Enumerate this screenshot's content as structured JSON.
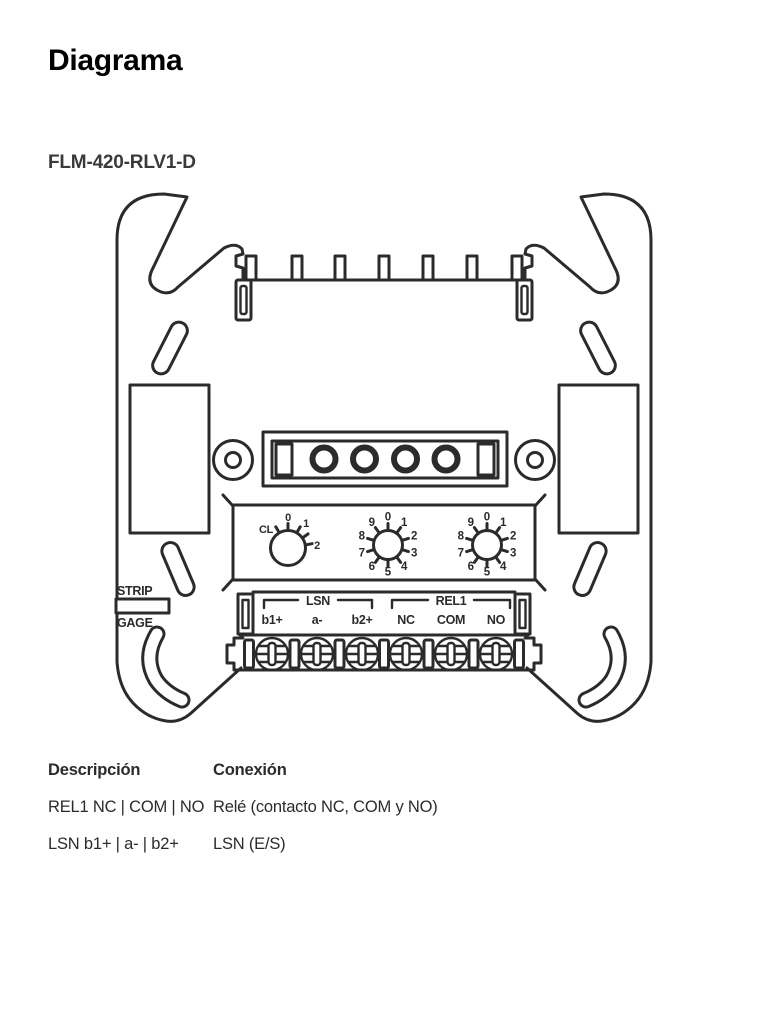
{
  "page": {
    "title": "Diagrama"
  },
  "figure": {
    "model": "FLM-420-RLV1-D",
    "line_color": "#2b2b2b",
    "labels": {
      "strip": "STRIP",
      "gage": "GAGE",
      "cl": "CL",
      "cl_positions": [
        "0",
        "1",
        "2"
      ],
      "rotary_digits": [
        "0",
        "1",
        "2",
        "3",
        "4",
        "5",
        "6",
        "7",
        "8",
        "9"
      ],
      "lsn_group": "LSN",
      "rel1_group": "REL1",
      "terminals": [
        "b1+",
        "a-",
        "b2+",
        "NC",
        "COM",
        "NO"
      ]
    }
  },
  "table": {
    "headers": {
      "descripcion": "Descripción",
      "conexion": "Conexión"
    },
    "rows": [
      {
        "descripcion": "REL1 NC | COM | NO",
        "conexion": "Relé (contacto NC, COM y NO)"
      },
      {
        "descripcion": "LSN b1+ | a- | b2+",
        "conexion": "LSN (E/S)"
      }
    ]
  }
}
